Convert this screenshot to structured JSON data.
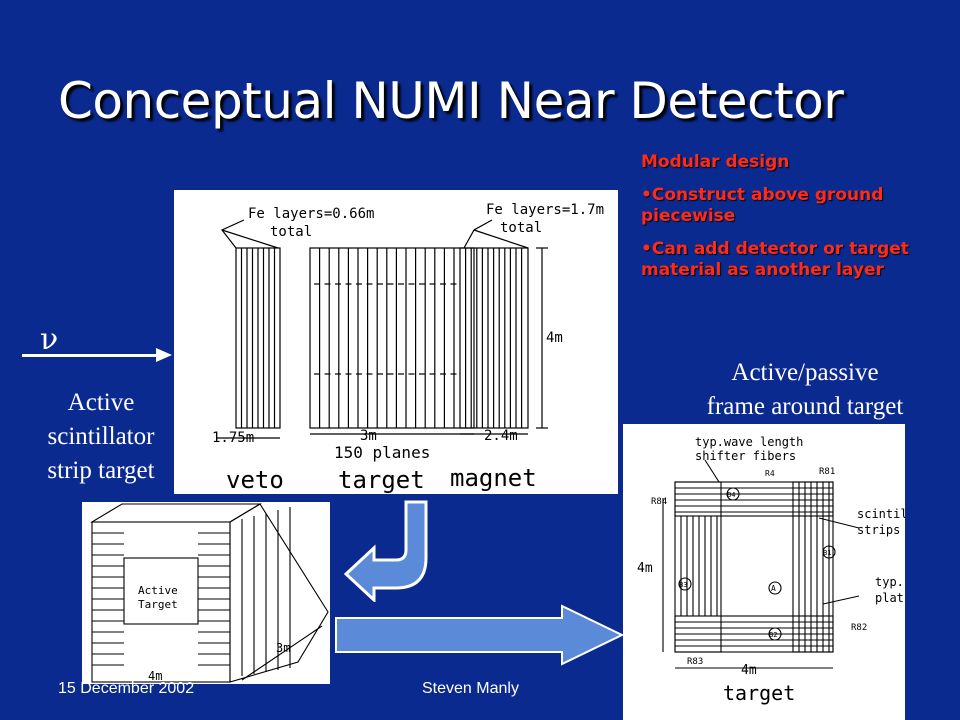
{
  "slide": {
    "title": "Conceptual NUMI Near Detector",
    "callout": {
      "heading": "Modular design",
      "bullets": [
        "•Construct above ground piecewise",
        "•Can add detector or target material as another layer"
      ]
    },
    "nu_symbol": "ν",
    "label_active": [
      "Active",
      "scintillator",
      "strip target"
    ],
    "label_passive": [
      "Active/passive",
      "frame around target"
    ],
    "footer": {
      "date": "15 December 2002",
      "author": "Steven Manly"
    }
  },
  "figure_detector": {
    "fe_left": [
      "Fe  layers=0.66m",
      "total"
    ],
    "fe_right": [
      "Fe  layers=1.7m",
      "total"
    ],
    "height_dim": "4m",
    "dim_veto": "1.75m",
    "dim_target": "3m",
    "dim_magnet": "2.4m",
    "planes": "150 planes",
    "names": [
      "veto",
      "target",
      "magnet"
    ]
  },
  "figure_cube": {
    "inner_label": [
      "Active",
      "Target"
    ],
    "dim_depth": "3m",
    "dim_width": "4m"
  },
  "figure_frame": {
    "fiber_label": [
      "typ.wave length",
      "shifter fibers"
    ],
    "scint_label": [
      "scintill",
      "strips"
    ],
    "plate_label": [
      "typ.",
      "plat"
    ],
    "height_dim": "4m",
    "width_dim": "4m",
    "radius_labels": [
      "R84",
      "R81",
      "R82",
      "R83",
      "R4"
    ],
    "circle_labels": [
      "B4",
      "B1",
      "B3",
      "A",
      "B2"
    ],
    "caption": "target"
  },
  "colors": {
    "background": "#0b2a8f",
    "callout": "#ff2a1a",
    "arrow": "#5b8ad8"
  }
}
